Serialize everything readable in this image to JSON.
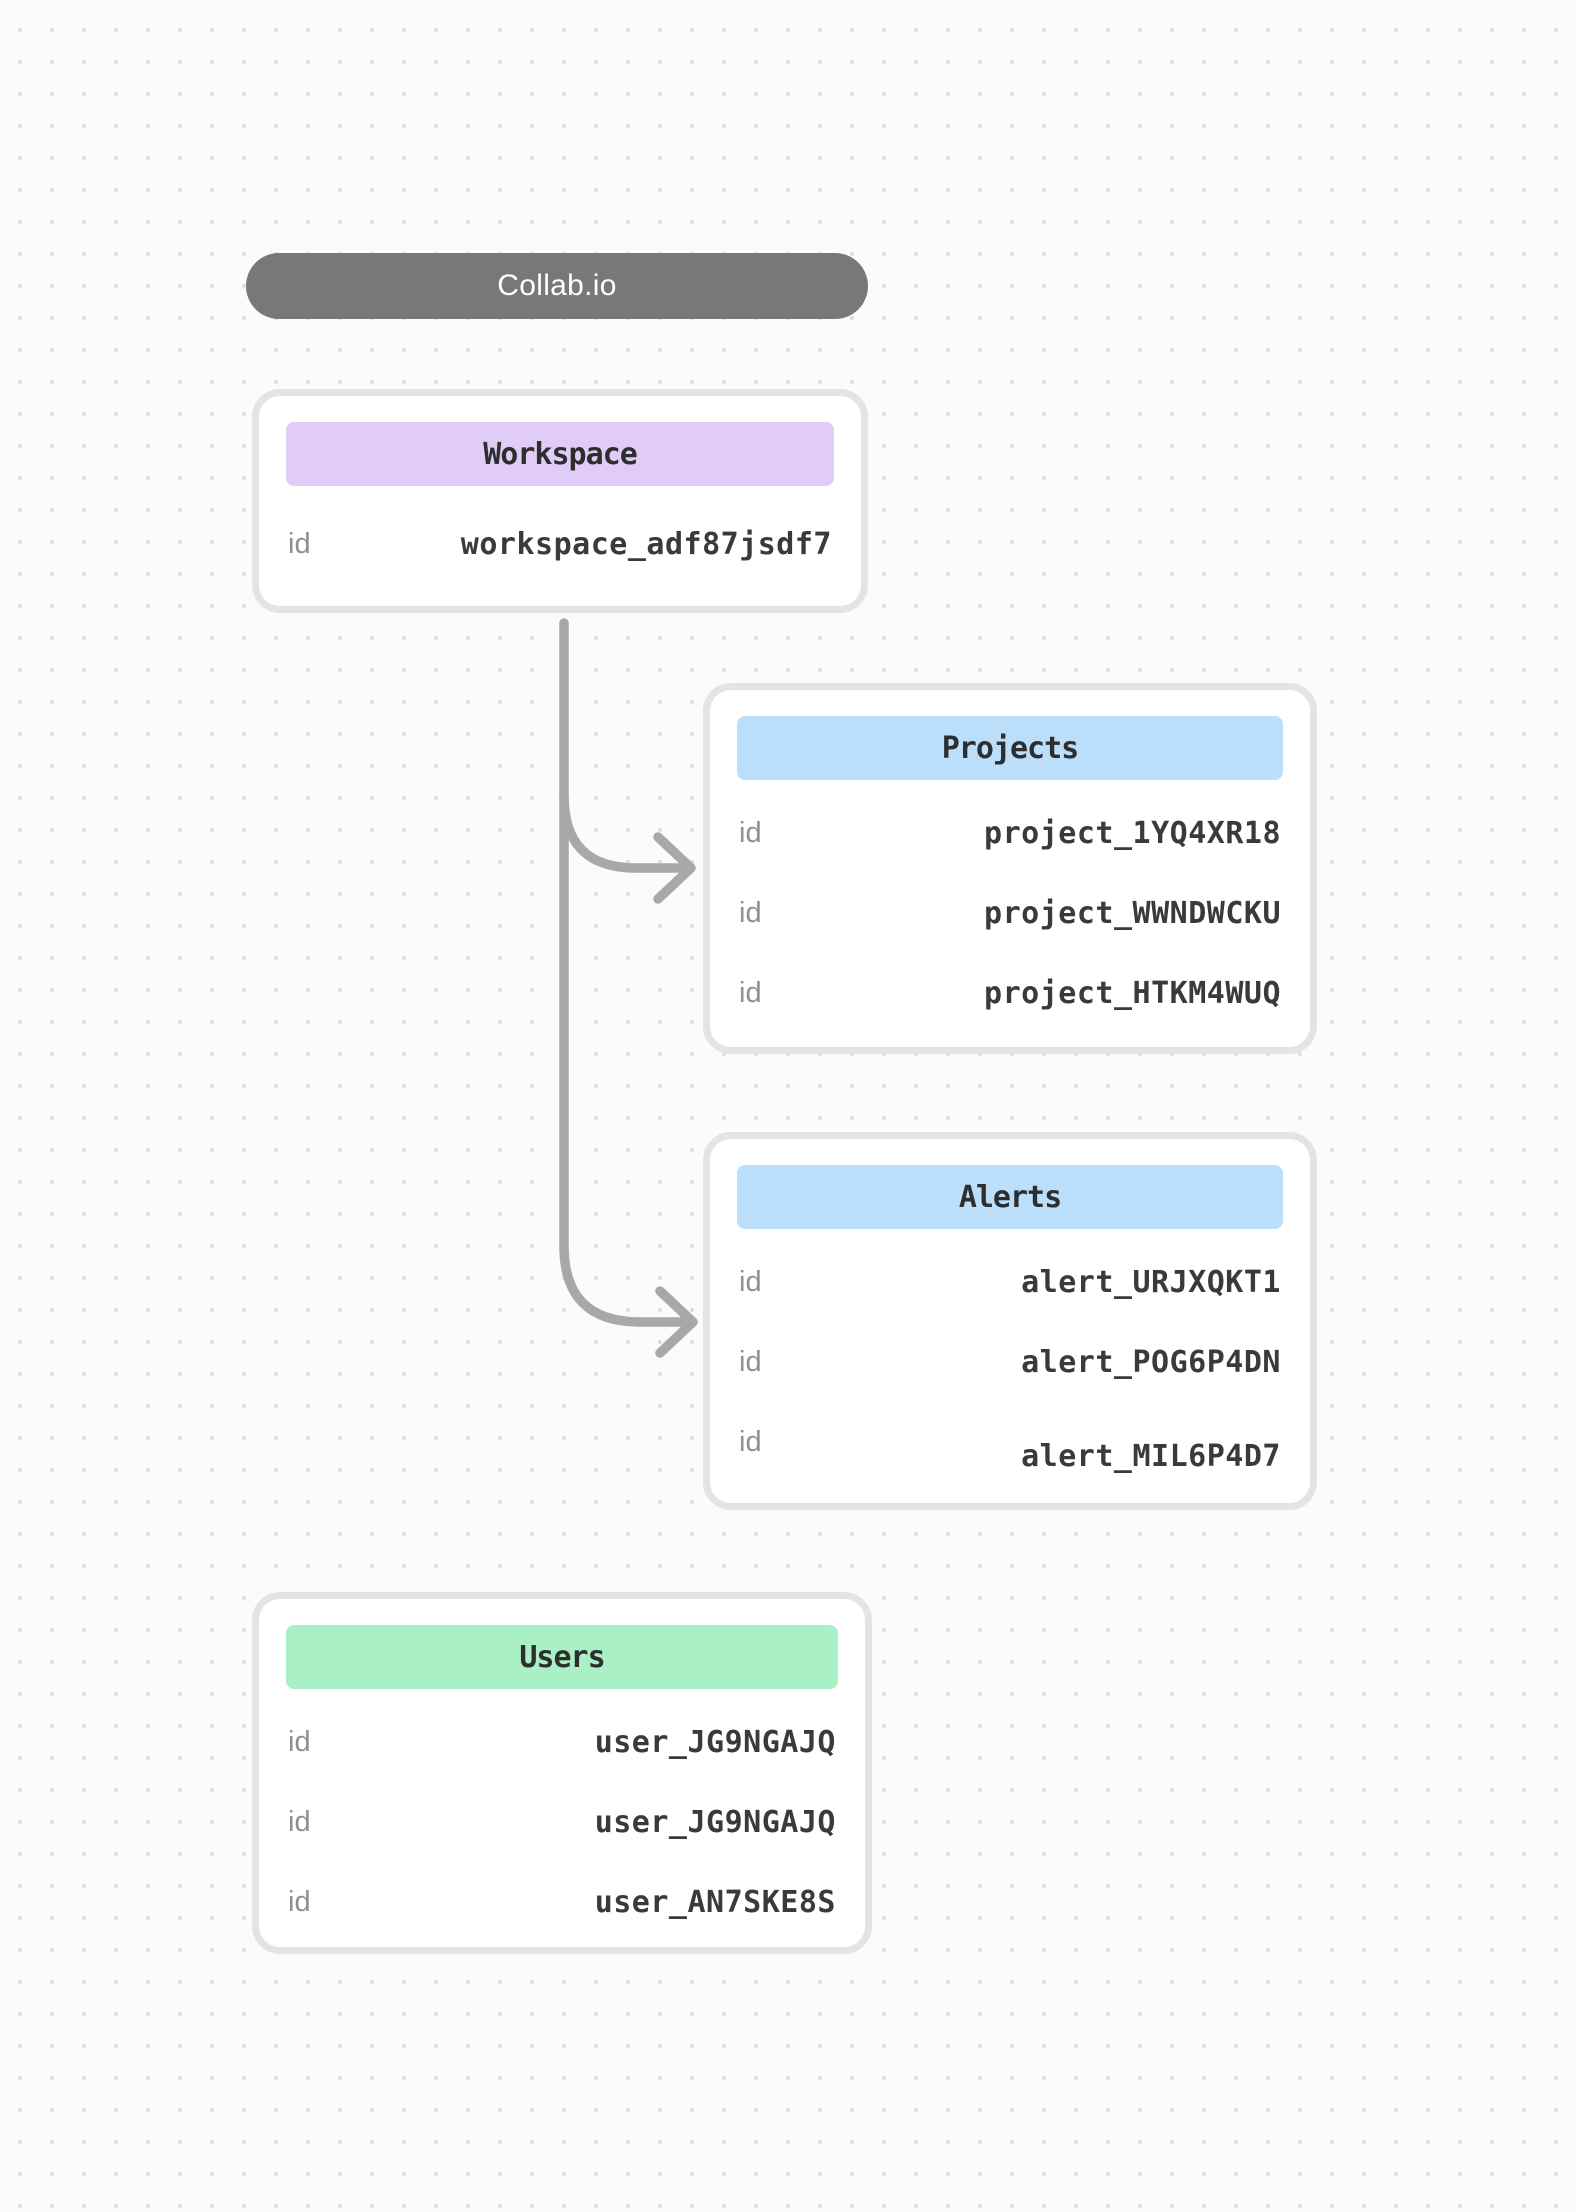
{
  "app": {
    "title": "Collab.io"
  },
  "colors": {
    "pill_bg": "#787878",
    "pill_text": "#FFFFFF",
    "canvas_bg": "#FBFBFB",
    "dot_grid": "#DEDEDE",
    "box_border": "#E4E4E4",
    "box_bg": "#FFFFFF",
    "connector": "#A8A8A8",
    "header_text": "#2E2E2E",
    "label_text": "#8F8F8F",
    "value_text": "#3A3A3A",
    "workspace_header_bg": "#E1CCF8",
    "projects_header_bg": "#BBDFFB",
    "alerts_header_bg": "#BBDFFB",
    "users_header_bg": "#AAF0C5"
  },
  "entities": [
    {
      "name": "Workspace",
      "header_color": "#E1CCF8",
      "rows": [
        {
          "label": "id",
          "value": "workspace_adf87jsdf7"
        }
      ]
    },
    {
      "name": "Projects",
      "header_color": "#BBDFFB",
      "rows": [
        {
          "label": "id",
          "value": "project_1YQ4XR18"
        },
        {
          "label": "id",
          "value": "project_WWNDWCKU"
        },
        {
          "label": "id",
          "value": "project_HTKM4WUQ"
        }
      ]
    },
    {
      "name": "Alerts",
      "header_color": "#BBDFFB",
      "rows": [
        {
          "label": "id",
          "value": "alert_URJXQKT1"
        },
        {
          "label": "id",
          "value": "alert_POG6P4DN"
        },
        {
          "label": "id",
          "value": "alert_MIL6P4D7"
        }
      ]
    },
    {
      "name": "Users",
      "header_color": "#AAF0C5",
      "rows": [
        {
          "label": "id",
          "value": "user_JG9NGAJQ"
        },
        {
          "label": "id",
          "value": "user_JG9NGAJQ"
        },
        {
          "label": "id",
          "value": "user_AN7SKE8S"
        }
      ]
    }
  ]
}
